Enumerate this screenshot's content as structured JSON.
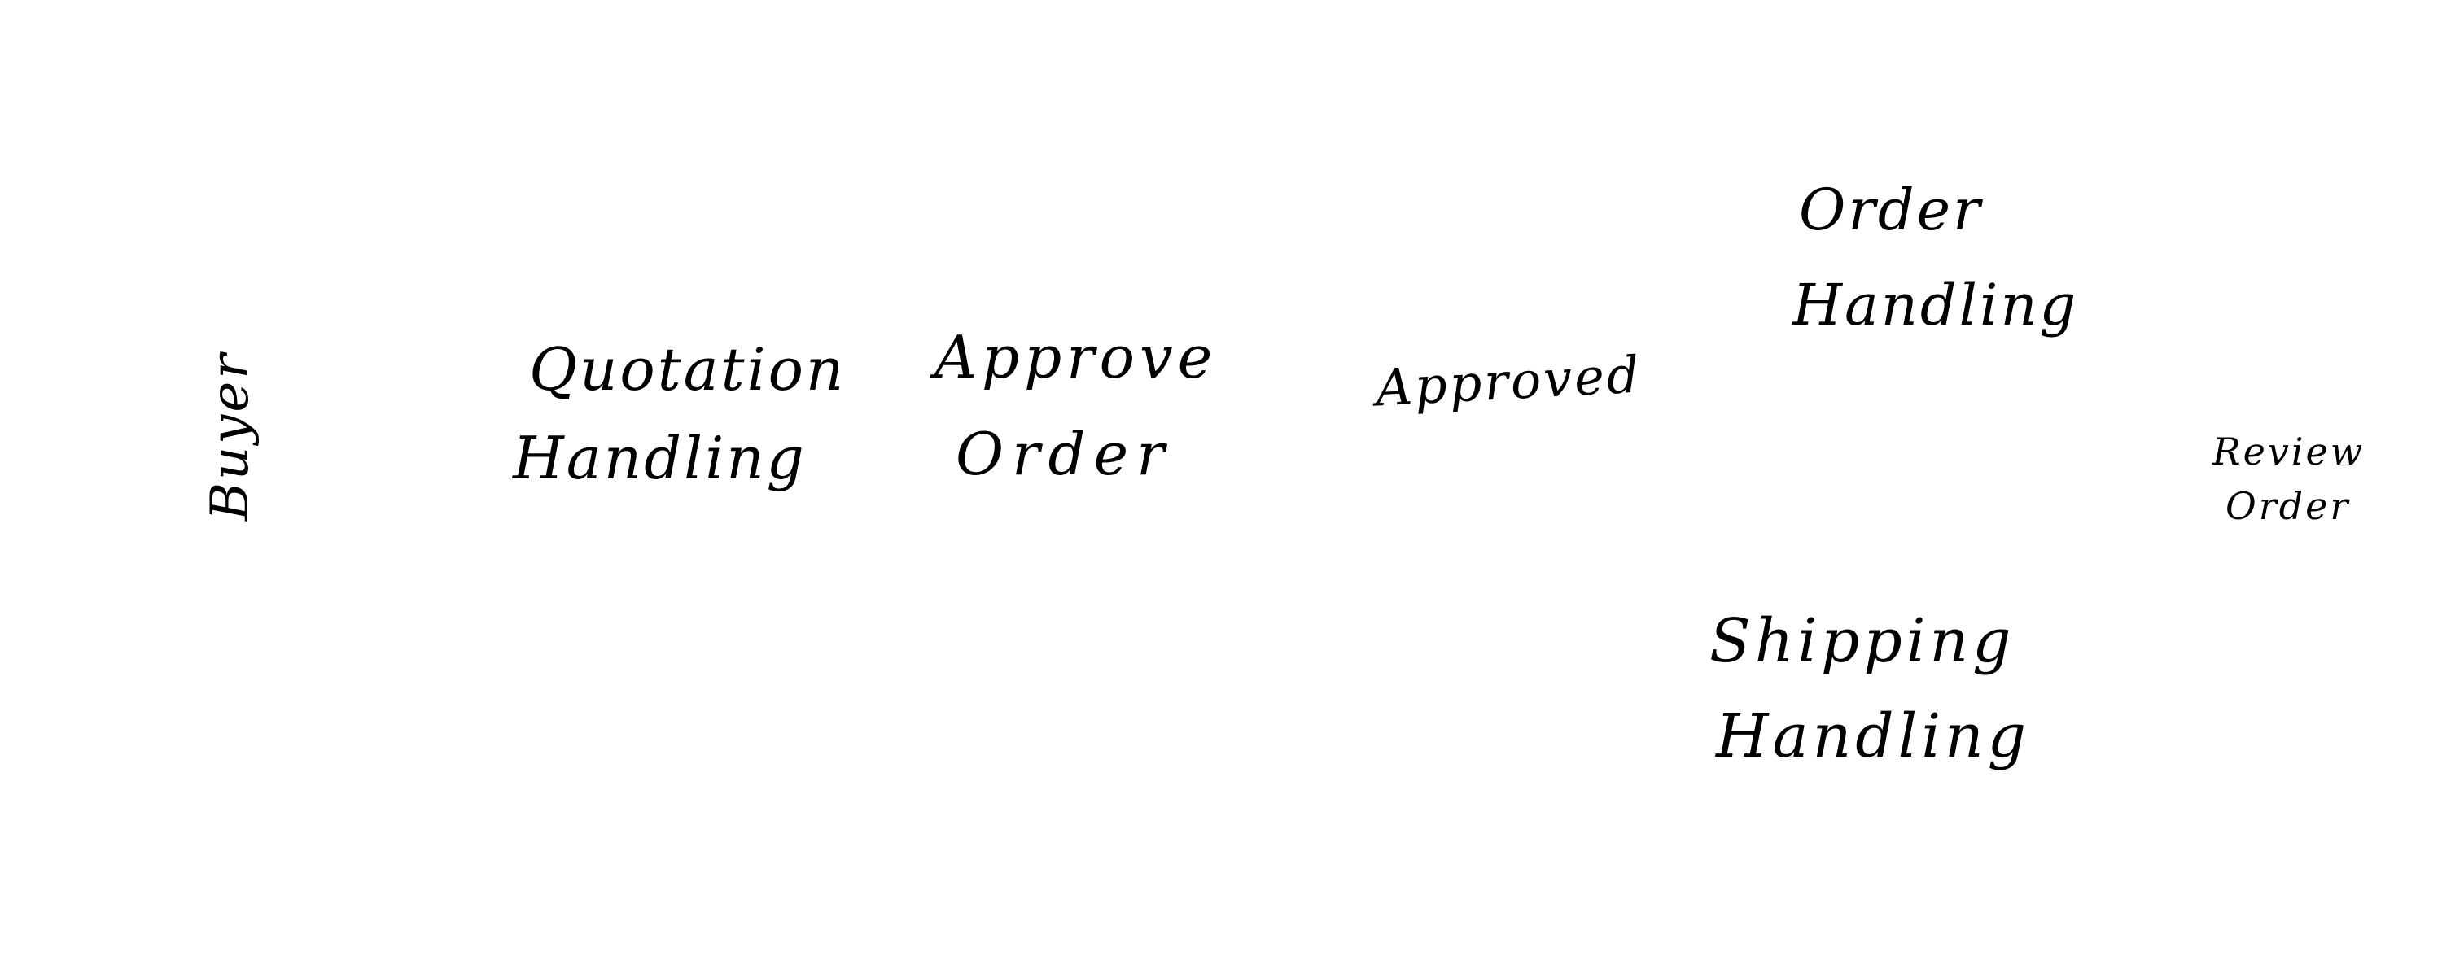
{
  "diagram": {
    "lane": {
      "label": "Buyer"
    },
    "elements": [
      {
        "id": "quotation_handling",
        "lines": [
          "Quotation",
          "Handling"
        ]
      },
      {
        "id": "approve_order",
        "lines": [
          "Approve",
          "Order"
        ]
      },
      {
        "id": "approved",
        "lines": [
          "Approved"
        ]
      },
      {
        "id": "order_handling",
        "lines": [
          "Order",
          "Handling"
        ]
      },
      {
        "id": "shipping_handling",
        "lines": [
          "Shipping",
          "Handling"
        ]
      },
      {
        "id": "review_order",
        "lines": [
          "Review",
          "Order"
        ]
      }
    ]
  }
}
